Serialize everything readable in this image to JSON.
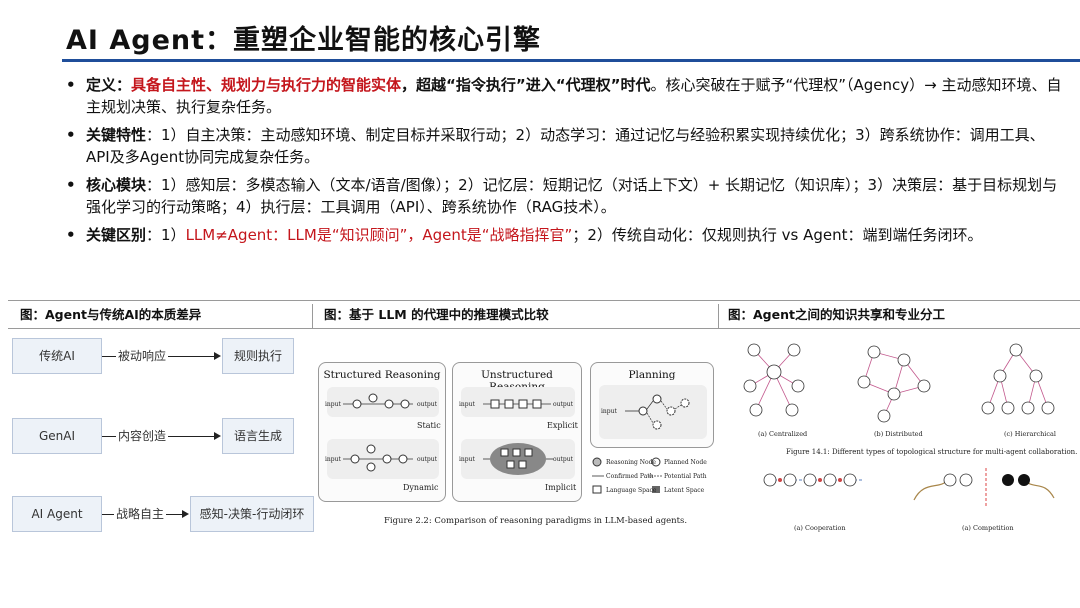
{
  "title": "AI Agent：重塑企业智能的核心引擎",
  "bullets": {
    "b1": {
      "label": "定义",
      "colon": "：",
      "red": "具备自主性、规划力与执行力的智能实体",
      "rest_bold": "，超越“指令执行”进入“代理权”时代",
      "rest": "。核心突破在于赋予“代理权”（Agency）→ 主动感知环境、自主规划决策、执行复杂任务。"
    },
    "b2": {
      "label": "关键特性",
      "rest": "：1）自主决策：主动感知环境、制定目标并采取行动；2）动态学习：通过记忆与经验积累实现持续优化；3）跨系统协作：调用工具、API及多Agent协同完成复杂任务。"
    },
    "b3": {
      "label": "核心模块",
      "rest": "：1）感知层：多模态输入（文本/语音/图像）；2）记忆层：短期记忆（对话上下文）+ 长期记忆（知识库）；3）决策层：基于目标规划与强化学习的行动策略；4）执行层：工具调用（API）、跨系统协作（RAG技术）。"
    },
    "b4": {
      "label": "关键区别",
      "pre": "：1）",
      "red": "LLM≠Agent：LLM是“知识顾问”，Agent是“战略指挥官”",
      "rest": "；2）传统自动化：仅规则执行 vs Agent：端到端任务闭环。"
    }
  },
  "panels": {
    "p1": {
      "heading": "图：Agent与传统AI的本质差异",
      "rows": [
        {
          "left": "传统AI",
          "arrow": "被动响应",
          "right": "规则执行"
        },
        {
          "left": "GenAI",
          "arrow": "内容创造",
          "right": "语言生成"
        },
        {
          "left": "AI Agent",
          "arrow": "战略自主",
          "right": "感知-决策-行动闭环"
        }
      ]
    },
    "p2": {
      "heading": "图：基于 LLM 的代理中的推理模式比较",
      "cards": {
        "structured": "Structured Reasoning",
        "unstructured": "Unstructured Reasoning",
        "planning": "Planning"
      },
      "labels": {
        "input": "input",
        "output": "output",
        "static": "Static",
        "dynamic": "Dynamic",
        "explicit": "Explicit",
        "implicit": "Implicit"
      },
      "legend": {
        "reasoning_node": "Reasoning Node",
        "planned_node": "Planned Node",
        "confirmed_path": "Confirmed Path",
        "potential_path": "Potential Path",
        "language_space": "Language Space",
        "latent_space": "Latent Space"
      },
      "caption": "Figure 2.2: Comparison of reasoning paradigms in LLM-based agents."
    },
    "p3": {
      "heading": "图：Agent之间的知识共享和专业分工",
      "sub": {
        "centralized": "(a) Centralized",
        "distributed": "(b) Distributed",
        "hierarchical": "(c) Hierarchical",
        "cooperation": "(a) Cooperation",
        "competition": "(a) Competition"
      },
      "caption": "Figure 14.1: Different types of topological structure for multi-agent collaboration."
    }
  }
}
